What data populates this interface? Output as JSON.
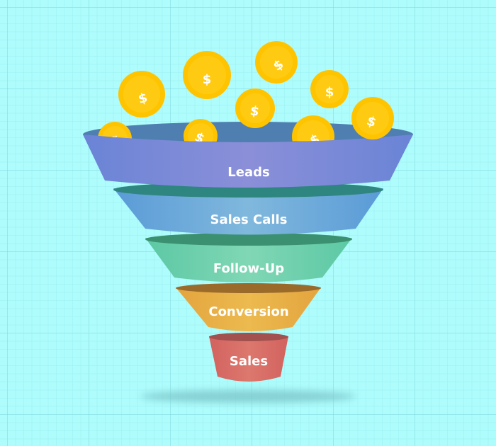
{
  "diagram": {
    "type": "sales-funnel",
    "background_color": "#aefcfc",
    "stages": [
      {
        "label": "Leads",
        "color_left": "#6f86d6",
        "color_mid": "#8b90d8",
        "color_right": "#6f86d6",
        "rim_color": "#3f7fa6"
      },
      {
        "label": "Sales Calls",
        "color_left": "#5e9ed8",
        "color_mid": "#7fb6dd",
        "color_right": "#5e9ed8",
        "rim_color": "#2f8580"
      },
      {
        "label": "Follow-Up",
        "color_left": "#5fc9a6",
        "color_mid": "#7ed6b4",
        "color_right": "#5fc9a6",
        "rim_color": "#3a9070"
      },
      {
        "label": "Conversion",
        "color_left": "#e5a640",
        "color_mid": "#ebb84d",
        "color_right": "#e5a640",
        "rim_color": "#9a6a2a"
      },
      {
        "label": "Sales",
        "color_left": "#d36460",
        "color_mid": "#db776d",
        "color_right": "#d36460",
        "rim_color": "#a2514e"
      }
    ],
    "coins": {
      "symbol": "$",
      "color": "#ffc400",
      "inner_ring_color": "#ffcf1a",
      "count": 10
    },
    "shadow_color": "#7fc9cc"
  }
}
